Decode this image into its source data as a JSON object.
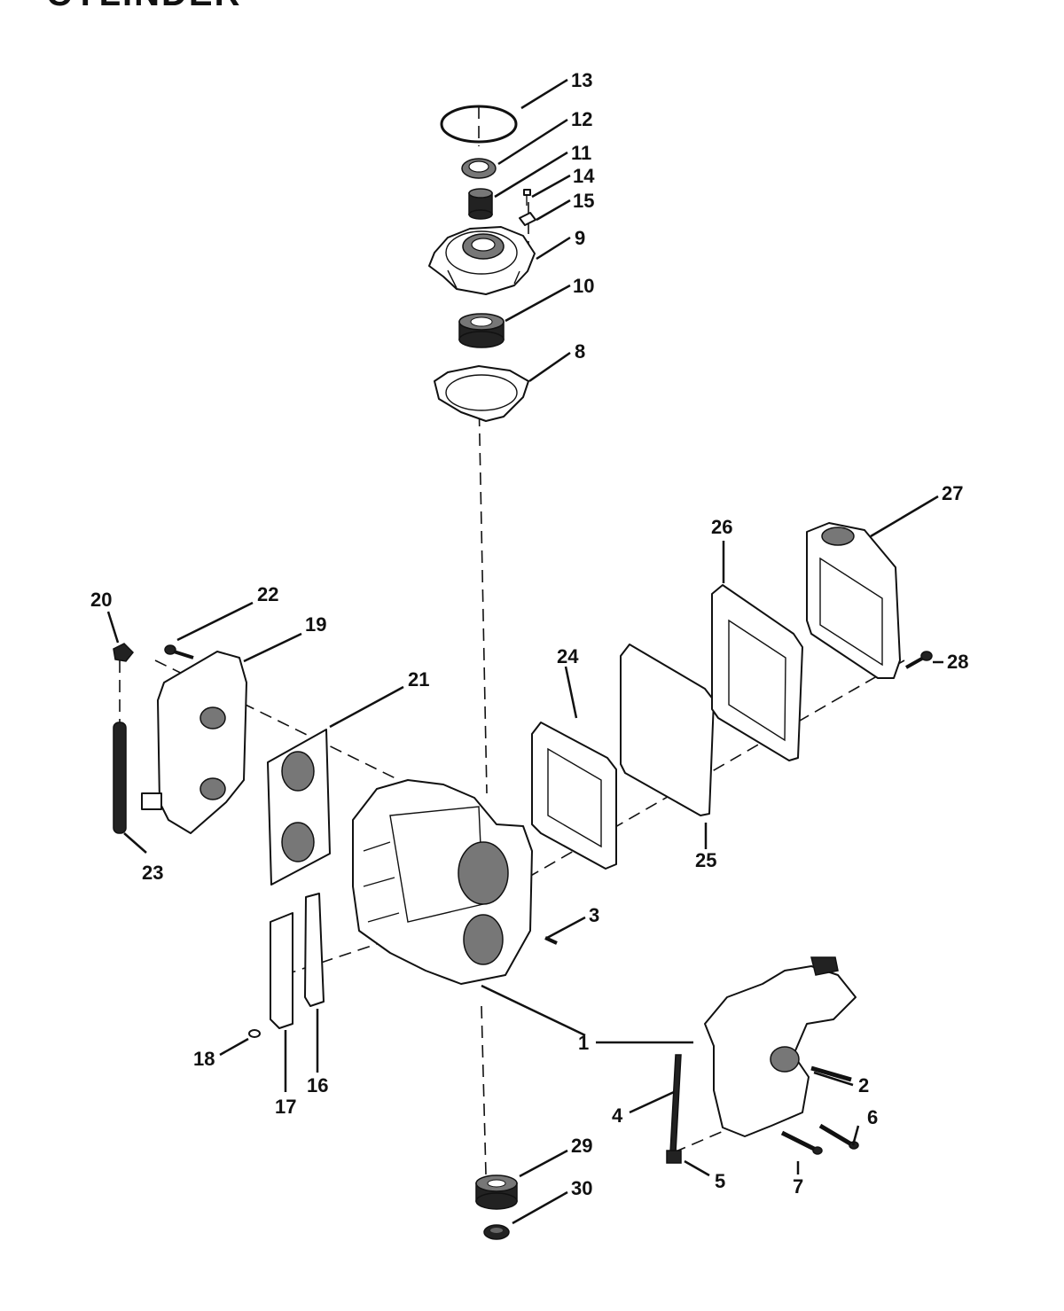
{
  "page": {
    "title_fragment": "CYLINDER"
  },
  "callouts": [
    {
      "id": "1",
      "label": "1"
    },
    {
      "id": "2",
      "label": "2"
    },
    {
      "id": "3",
      "label": "3"
    },
    {
      "id": "4",
      "label": "4"
    },
    {
      "id": "5",
      "label": "5"
    },
    {
      "id": "6",
      "label": "6"
    },
    {
      "id": "7",
      "label": "7"
    },
    {
      "id": "8",
      "label": "8"
    },
    {
      "id": "9",
      "label": "9"
    },
    {
      "id": "10",
      "label": "10"
    },
    {
      "id": "11",
      "label": "11"
    },
    {
      "id": "12",
      "label": "12"
    },
    {
      "id": "13",
      "label": "13"
    },
    {
      "id": "14",
      "label": "14"
    },
    {
      "id": "15",
      "label": "15"
    },
    {
      "id": "16",
      "label": "16"
    },
    {
      "id": "17",
      "label": "17"
    },
    {
      "id": "18",
      "label": "18"
    },
    {
      "id": "19",
      "label": "19"
    },
    {
      "id": "20",
      "label": "20"
    },
    {
      "id": "21",
      "label": "21"
    },
    {
      "id": "22",
      "label": "22"
    },
    {
      "id": "23",
      "label": "23"
    },
    {
      "id": "24",
      "label": "24"
    },
    {
      "id": "25",
      "label": "25"
    },
    {
      "id": "26",
      "label": "26"
    },
    {
      "id": "27",
      "label": "27"
    },
    {
      "id": "28",
      "label": "28"
    },
    {
      "id": "29",
      "label": "29"
    },
    {
      "id": "30",
      "label": "30"
    }
  ]
}
